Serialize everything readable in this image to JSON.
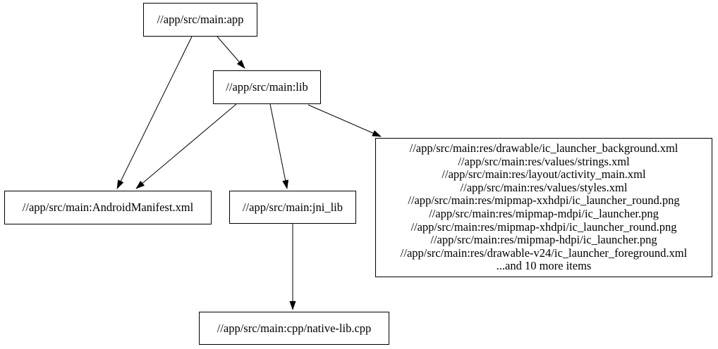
{
  "diagram": {
    "type": "dependency-graph",
    "background_color": "#ffffff",
    "node_border_color": "#000000",
    "edge_color": "#000000",
    "nodes": {
      "app": {
        "label": "//app/src/main:app"
      },
      "lib": {
        "label": "//app/src/main:lib"
      },
      "android_manifest": {
        "label": "//app/src/main:AndroidManifest.xml"
      },
      "jni_lib": {
        "label": "//app/src/main:jni_lib"
      },
      "res_group": {
        "lines": [
          "//app/src/main:res/drawable/ic_launcher_background.xml",
          "//app/src/main:res/values/strings.xml",
          "//app/src/main:res/layout/activity_main.xml",
          "//app/src/main:res/values/styles.xml",
          "//app/src/main:res/mipmap-xxhdpi/ic_launcher_round.png",
          "//app/src/main:res/mipmap-mdpi/ic_launcher.png",
          "//app/src/main:res/mipmap-xhdpi/ic_launcher_round.png",
          "//app/src/main:res/mipmap-hdpi/ic_launcher.png",
          "//app/src/main:res/drawable-v24/ic_launcher_foreground.xml",
          "...and 10 more items"
        ]
      },
      "native_lib_cpp": {
        "label": "//app/src/main:cpp/native-lib.cpp"
      }
    },
    "edges": [
      {
        "from": "app",
        "to": "android_manifest"
      },
      {
        "from": "app",
        "to": "lib"
      },
      {
        "from": "lib",
        "to": "android_manifest"
      },
      {
        "from": "lib",
        "to": "jni_lib"
      },
      {
        "from": "lib",
        "to": "res_group"
      },
      {
        "from": "jni_lib",
        "to": "native_lib_cpp"
      }
    ]
  }
}
